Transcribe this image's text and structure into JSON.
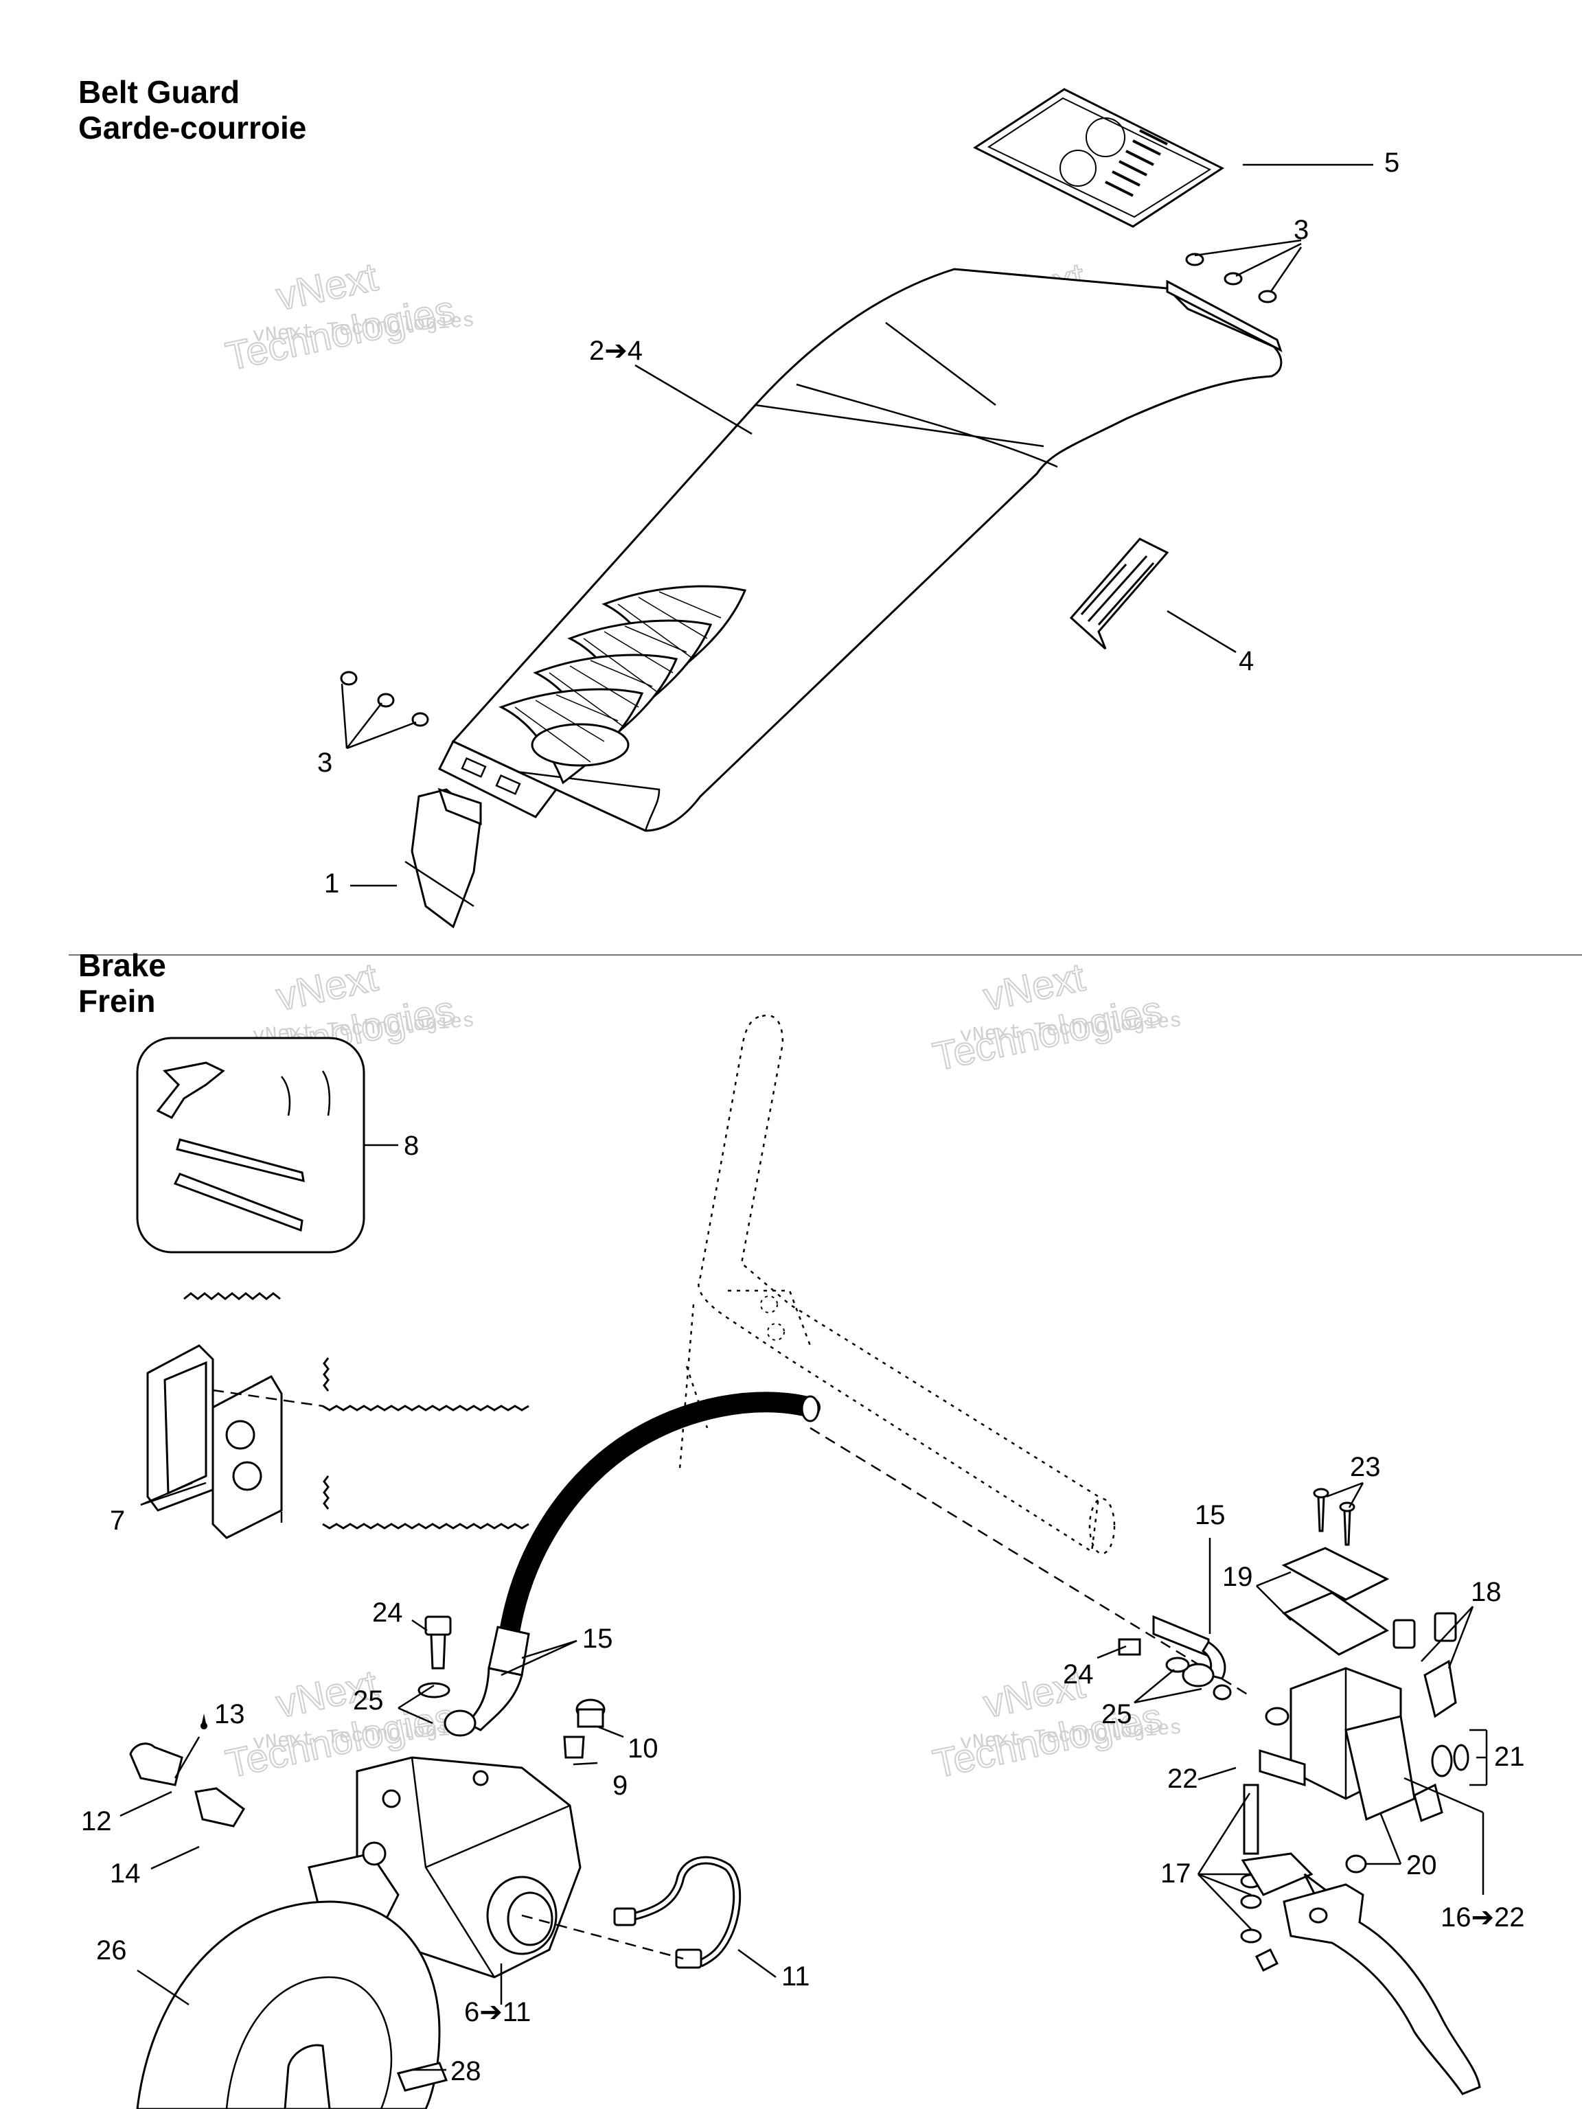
{
  "sections": [
    {
      "title_en": "Belt Guard",
      "title_fr": "Garde-courroie"
    },
    {
      "title_en": "Brake",
      "title_fr": "Frein"
    }
  ],
  "watermark": {
    "line1": "vNext",
    "line2": "Technologies",
    "small": "vNext Technologies"
  },
  "belt_guard_callouts": [
    {
      "id": "bg-5",
      "label": "5"
    },
    {
      "id": "bg-3-top",
      "label": "3"
    },
    {
      "id": "bg-2-4",
      "label": "2➔4"
    },
    {
      "id": "bg-4",
      "label": "4"
    },
    {
      "id": "bg-3-bottom",
      "label": "3"
    },
    {
      "id": "bg-1",
      "label": "1"
    }
  ],
  "brake_callouts": [
    {
      "id": "br-8",
      "label": "8"
    },
    {
      "id": "br-7",
      "label": "7"
    },
    {
      "id": "br-24-left",
      "label": "24"
    },
    {
      "id": "br-15-left",
      "label": "15"
    },
    {
      "id": "br-25-left",
      "label": "25"
    },
    {
      "id": "br-13",
      "label": "13"
    },
    {
      "id": "br-10",
      "label": "10"
    },
    {
      "id": "br-9",
      "label": "9"
    },
    {
      "id": "br-12",
      "label": "12"
    },
    {
      "id": "br-14",
      "label": "14"
    },
    {
      "id": "br-26",
      "label": "26"
    },
    {
      "id": "br-11",
      "label": "11"
    },
    {
      "id": "br-6-11",
      "label": "6➔11"
    },
    {
      "id": "br-28",
      "label": "28"
    },
    {
      "id": "br-23",
      "label": "23"
    },
    {
      "id": "br-15-right",
      "label": "15"
    },
    {
      "id": "br-19",
      "label": "19"
    },
    {
      "id": "br-18",
      "label": "18"
    },
    {
      "id": "br-24-right",
      "label": "24"
    },
    {
      "id": "br-25-right",
      "label": "25"
    },
    {
      "id": "br-21",
      "label": "21"
    },
    {
      "id": "br-22",
      "label": "22"
    },
    {
      "id": "br-17",
      "label": "17"
    },
    {
      "id": "br-20",
      "label": "20"
    },
    {
      "id": "br-16-22",
      "label": "16➔22"
    }
  ]
}
